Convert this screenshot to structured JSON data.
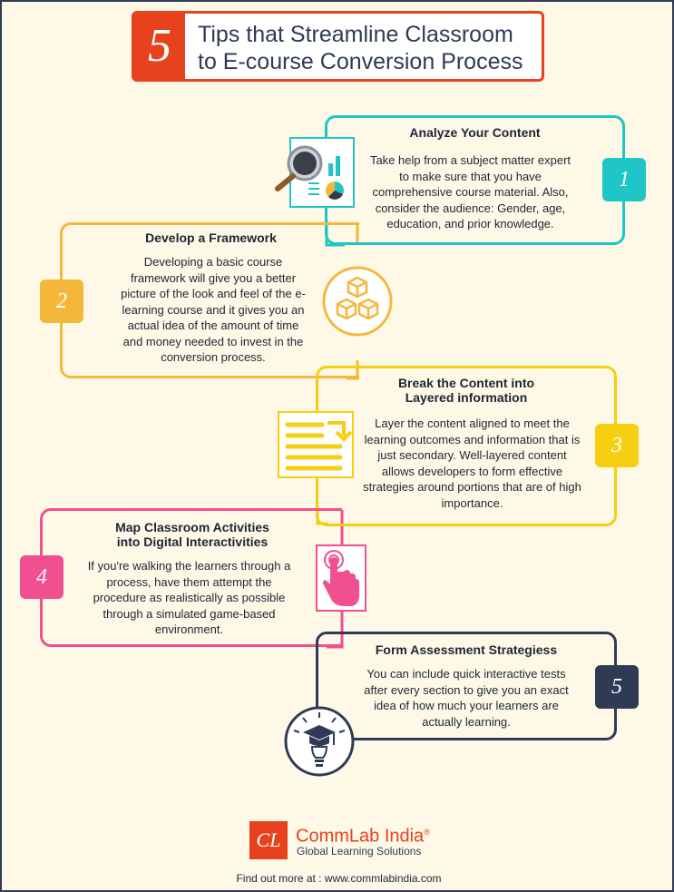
{
  "header": {
    "number": "5",
    "title_line1": "Tips that Streamline Classroom",
    "title_line2": "to E-course Conversion Process"
  },
  "steps": [
    {
      "number": "1",
      "title": "Analyze Your Content",
      "body": "Take help from a subject matter expert to make sure that you have comprehensive course material. Also, consider the audience: Gender, age, education, and prior knowledge.",
      "color": "#1fc6c6",
      "icon": "magnifier-chart-icon"
    },
    {
      "number": "2",
      "title": "Develop a Framework",
      "body": "Developing a basic course framework will give you a better picture of the look and feel of the e-learning course and it gives you an actual idea of the amount of time and money needed to invest in the conversion process.",
      "color": "#f5b73a",
      "icon": "stacked-cubes-icon"
    },
    {
      "number": "3",
      "title_line1": "Break the Content into",
      "title_line2": "Layered information",
      "body": "Layer the content aligned to meet the learning outcomes and information that is just secondary. Well-layered content allows developers to form effective strategies around portions that are of high importance.",
      "color": "#f6cf12",
      "icon": "document-layers-icon"
    },
    {
      "number": "4",
      "title_line1": "Map Classroom Activities",
      "title_line2": "into Digital Interactivities",
      "body": "If you're walking the learners through a process, have them attempt the procedure as realistically as possible through a simulated game-based environment.",
      "color": "#f0508f",
      "icon": "touch-hand-icon"
    },
    {
      "number": "5",
      "title": "Form Assessment Strategiess",
      "body": "You can include quick interactive tests after every section to give you an exact idea of how much your learners are actually learning.",
      "color": "#2f3b55",
      "icon": "graduation-bulb-icon"
    }
  ],
  "footer": {
    "brand": "CommLab India",
    "registered": "®",
    "tagline": "Global Learning Solutions",
    "logo_letters": "CL",
    "link_text": "Find out more at : www.commlabindia.com",
    "brand_color": "#e8411e"
  }
}
